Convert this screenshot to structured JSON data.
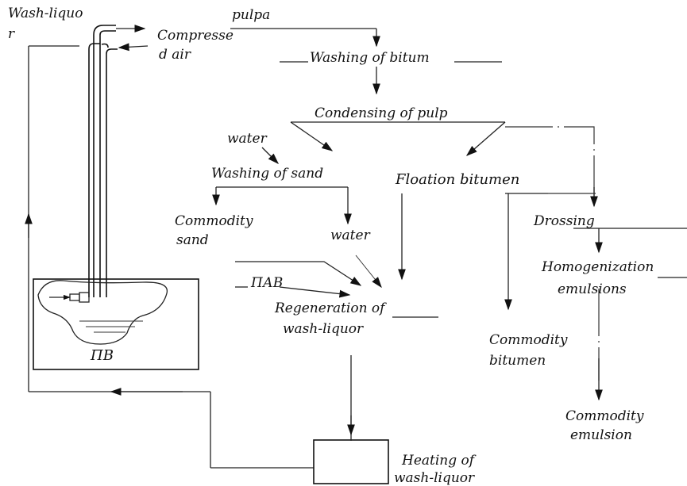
{
  "labels": {
    "wash_liquor_1": "Wash-liquo",
    "wash_liquor_2": "r",
    "pulpa": "pulpa",
    "compressed_air_1": "Compresse",
    "compressed_air_2": "d air",
    "washing_of_bitum": "Washing of bitum",
    "condensing_of_pulp": "Condensing of pulp",
    "water_top": "water",
    "washing_of_sand": "Washing of sand",
    "floation_bitumen": "Floation bitumen",
    "commodity_sand_1": "Commodity",
    "commodity_sand_2": "sand",
    "water_mid": "water",
    "drossing": "Drossing",
    "homogenization_1": "Homogenization",
    "homogenization_2": "emulsions",
    "pav": "ПАВ",
    "regeneration_1": "Regeneration of",
    "regeneration_2": "wash-liquor",
    "commodity_bitumen_1": "Commodity",
    "commodity_bitumen_2": "bitumen",
    "tank_label": "ПВ",
    "commodity_emulsion_1": "Commodity",
    "commodity_emulsion_2": "emulsion",
    "heating_1": "Heating of",
    "heating_2": "wash-liquor"
  }
}
